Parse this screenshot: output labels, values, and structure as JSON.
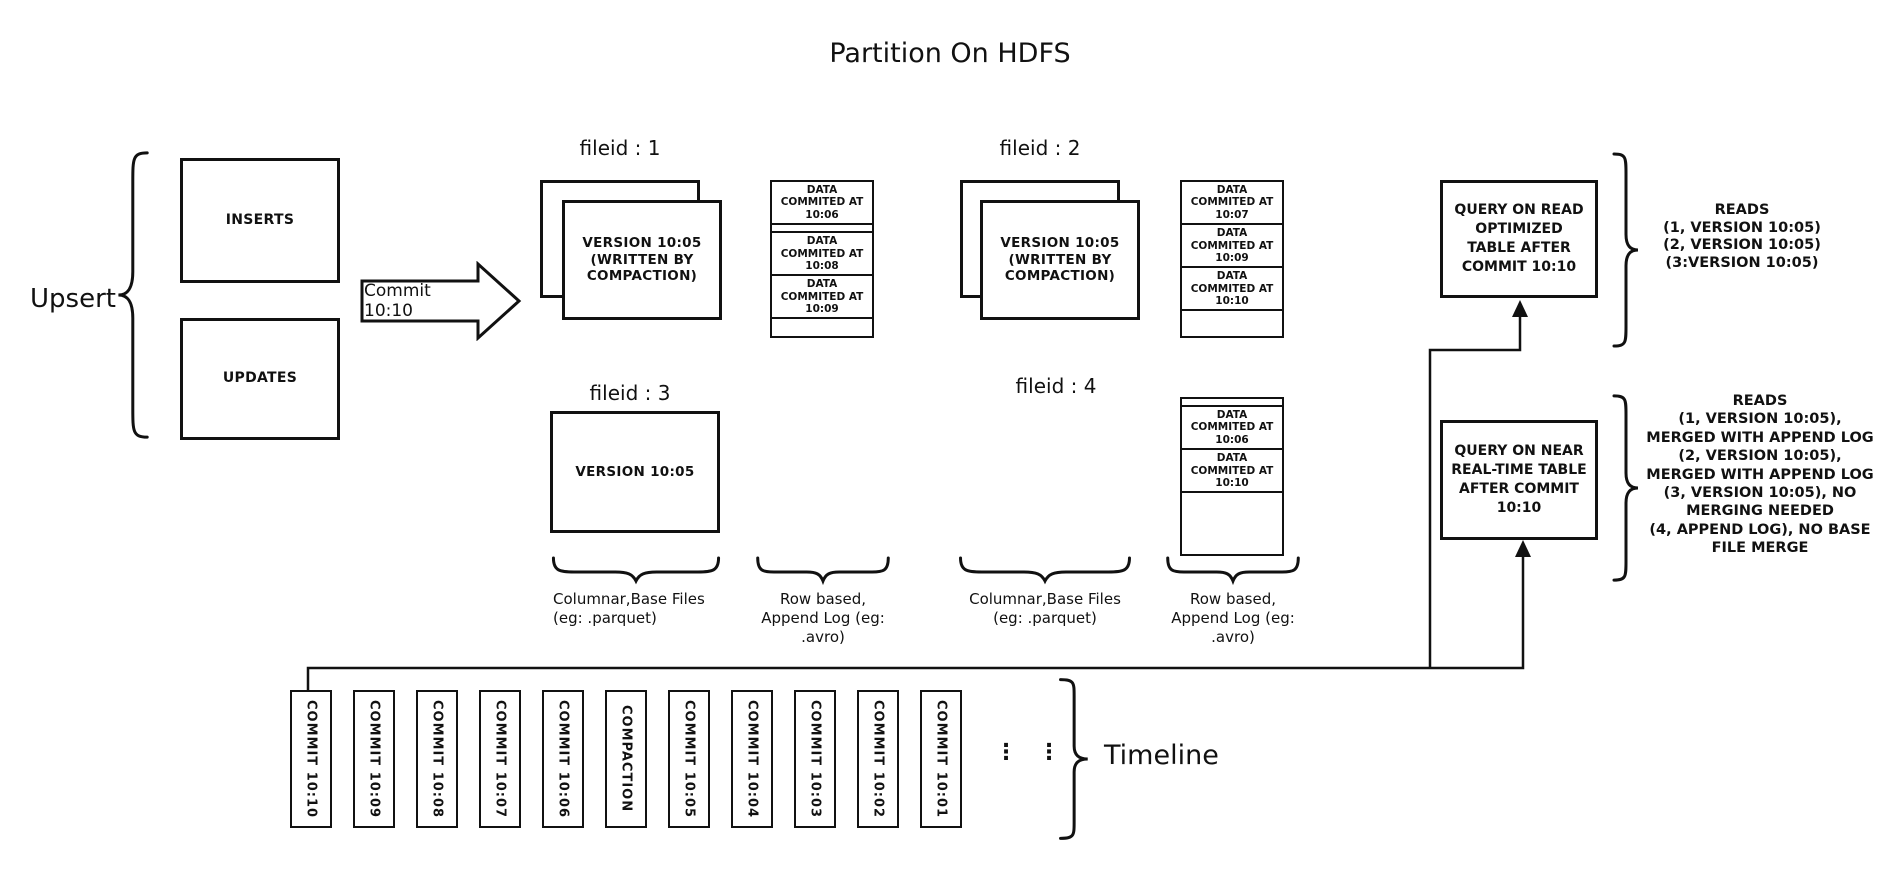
{
  "title": "Partition On HDFS",
  "left": {
    "brace_label": "Upsert",
    "inserts": "INSERTS",
    "updates": "UPDATES",
    "arrow_label": "Commit 10:10"
  },
  "groups": {
    "g1": {
      "label": "fileid : 1",
      "base": "VERSION 10:05 (WRITTEN BY COMPACTION)",
      "log": [
        "DATA COMMITED AT 10:06",
        "DATA COMMITED AT 10:08",
        "DATA COMMITED AT 10:09"
      ]
    },
    "g2": {
      "label": "fileid : 2",
      "base": "VERSION 10:05 (WRITTEN BY COMPACTION)",
      "log": [
        "DATA COMMITED AT 10:07",
        "DATA COMMITED AT 10:09",
        "DATA COMMITED AT 10:10"
      ]
    },
    "g3": {
      "label": "fileid : 3",
      "base": "VERSION 10:05"
    },
    "g4": {
      "label": "fileid : 4",
      "log": [
        "DATA COMMITED AT 10:06",
        "DATA COMMITED AT 10:10"
      ]
    }
  },
  "brace_labels": {
    "columnar1": [
      "Columnar,Base Files",
      "(eg: .parquet)"
    ],
    "row1": [
      "Row based,",
      "Append Log  (eg:",
      ".avro)"
    ],
    "columnar2": [
      "Columnar,Base Files",
      "(eg: .parquet)"
    ],
    "row2": [
      "Row based,",
      "Append Log  (eg:",
      ".avro)"
    ]
  },
  "queries": {
    "read_optimized": {
      "box": "QUERY ON READ OPTIMIZED TABLE AFTER COMMIT 10:10",
      "reads": [
        "READS",
        "(1, VERSION 10:05)",
        "(2, VERSION 10:05)",
        "(3:VERSION 10:05)"
      ]
    },
    "near_real_time": {
      "box": "QUERY ON NEAR REAL-TIME TABLE AFTER COMMIT 10:10",
      "reads": [
        "READS",
        "(1, VERSION 10:05),",
        "MERGED WITH APPEND LOG",
        "(2, VERSION 10:05),",
        "MERGED WITH APPEND LOG",
        "(3, VERSION 10:05), NO",
        "MERGING NEEDED",
        "(4, APPEND LOG), NO BASE",
        "FILE MERGE"
      ]
    }
  },
  "timeline": {
    "items": [
      "COMMIT 10:10",
      "COMMIT 10:09",
      "COMMIT 10:08",
      "COMMIT 10:07",
      "COMMIT 10:06",
      "COMPACTION",
      "COMMIT 10:05",
      "COMMIT 10:04",
      "COMMIT 10:03",
      "COMMIT 10:02",
      "COMMIT 10:01"
    ],
    "ellipsis": "⋮",
    "label": "Timeline"
  },
  "colors": {
    "ink": "#111111",
    "background": "#ffffff"
  }
}
